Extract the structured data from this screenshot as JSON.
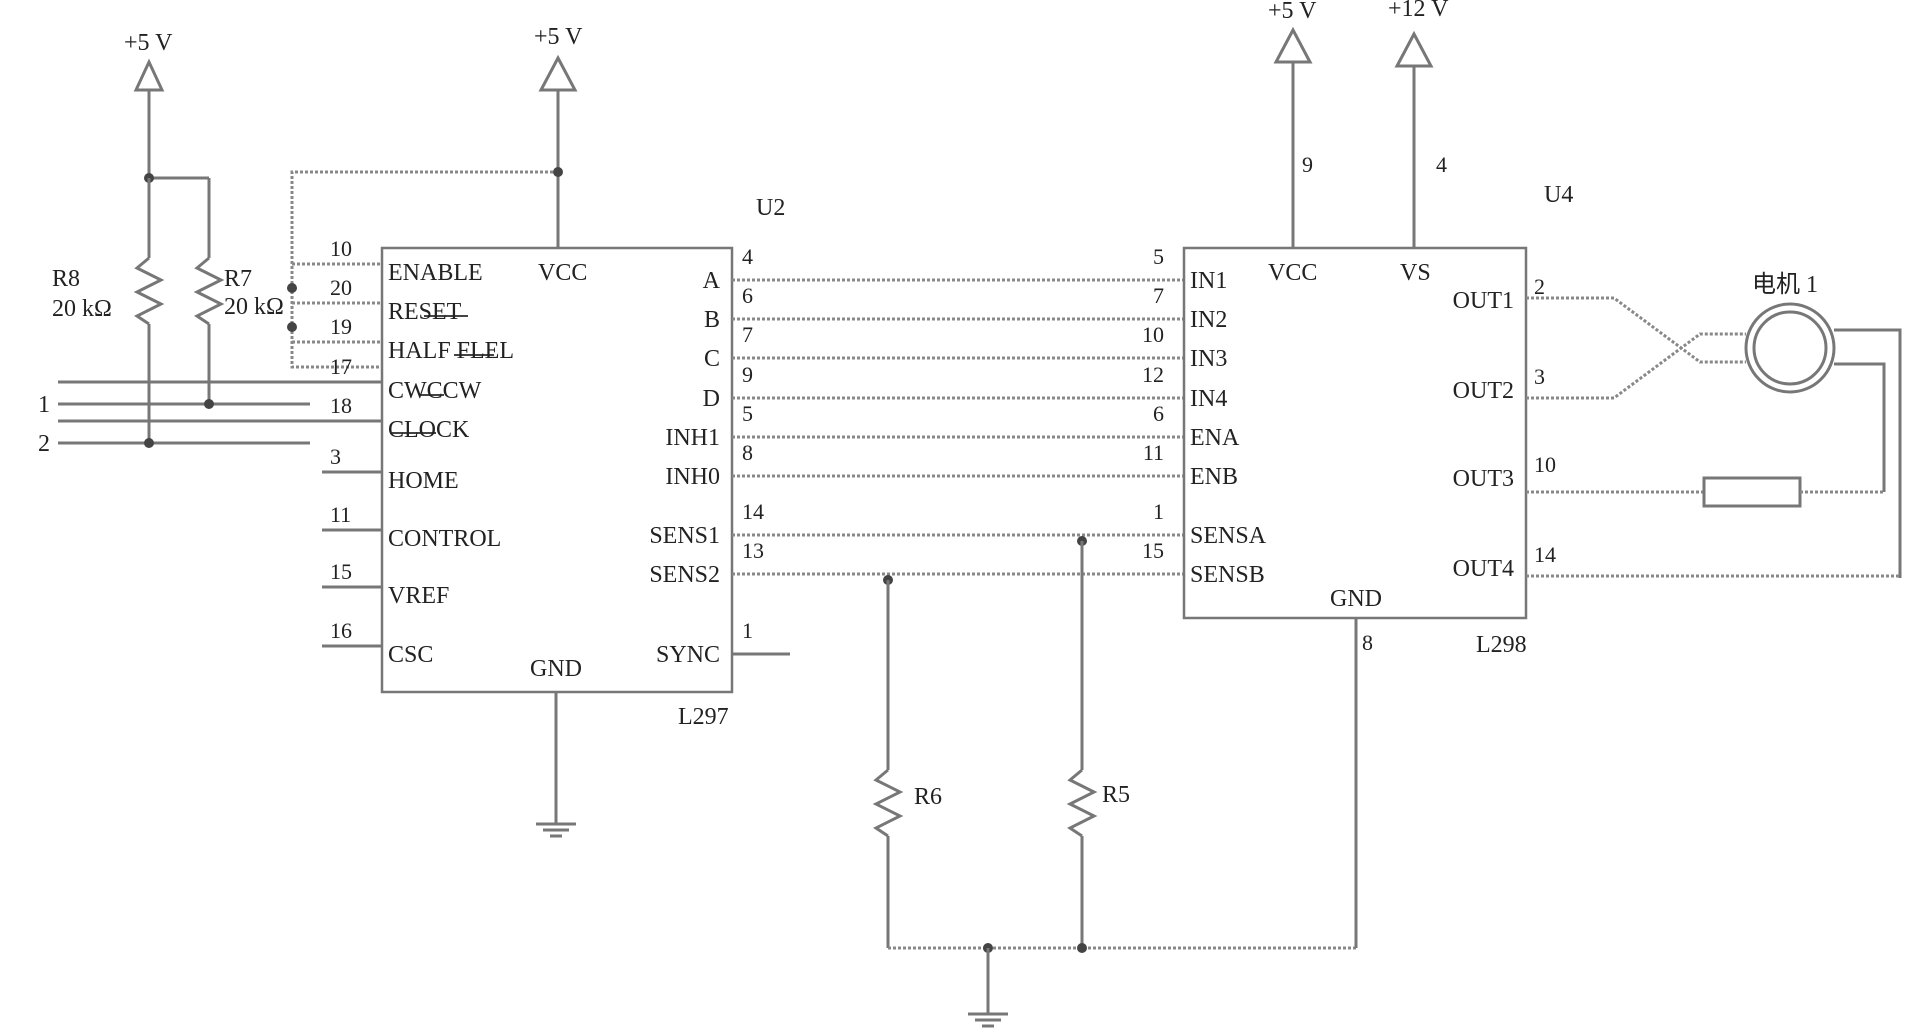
{
  "power": {
    "p5v_a": "+5 V",
    "p5v_b": "+5 V",
    "p5v_c": "+5 V",
    "p12v": "+12 V"
  },
  "resistors": {
    "r8": {
      "name": "R8",
      "value": "20 kΩ"
    },
    "r7": {
      "name": "R7",
      "value": "20 kΩ"
    },
    "r6": {
      "name": "R6"
    },
    "r5": {
      "name": "R5"
    }
  },
  "inputs": {
    "in1": "1",
    "in2": "2"
  },
  "u2": {
    "ref": "U2",
    "part": "L297",
    "vcc": "VCC",
    "gnd": "GND",
    "left_pins": [
      {
        "num": "10",
        "name": "ENABLE"
      },
      {
        "num": "20",
        "name": "RESET"
      },
      {
        "num": "19",
        "name": "HALF FLEL"
      },
      {
        "num": "17",
        "name": "CWCCW"
      },
      {
        "num": "18",
        "name": "CLOCK"
      },
      {
        "num": "3",
        "name": "HOME"
      },
      {
        "num": "11",
        "name": "CONTROL"
      },
      {
        "num": "15",
        "name": "VREF"
      },
      {
        "num": "16",
        "name": "CSC"
      }
    ],
    "right_pins": [
      {
        "num": "4",
        "name": "A"
      },
      {
        "num": "6",
        "name": "B"
      },
      {
        "num": "7",
        "name": "C"
      },
      {
        "num": "9",
        "name": "D"
      },
      {
        "num": "5",
        "name": "INH1"
      },
      {
        "num": "8",
        "name": "INH0"
      },
      {
        "num": "14",
        "name": "SENS1"
      },
      {
        "num": "13",
        "name": "SENS2"
      },
      {
        "num": "1",
        "name": "SYNC"
      }
    ]
  },
  "u4": {
    "ref": "U4",
    "part": "L298",
    "vcc": "VCC",
    "vs": "VS",
    "gnd": "GND",
    "vcc_pin": "9",
    "vs_pin": "4",
    "gnd_pin": "8",
    "left_pins": [
      {
        "num": "5",
        "name": "IN1"
      },
      {
        "num": "7",
        "name": "IN2"
      },
      {
        "num": "10",
        "name": "IN3"
      },
      {
        "num": "12",
        "name": "IN4"
      },
      {
        "num": "6",
        "name": "ENA"
      },
      {
        "num": "11",
        "name": "ENB"
      },
      {
        "num": "1",
        "name": "SENSA"
      },
      {
        "num": "15",
        "name": "SENSB"
      }
    ],
    "right_pins": [
      {
        "num": "2",
        "name": "OUT1"
      },
      {
        "num": "3",
        "name": "OUT2"
      },
      {
        "num": "10",
        "name": "OUT3"
      },
      {
        "num": "14",
        "name": "OUT4"
      }
    ]
  },
  "motor": {
    "label": "电机 1"
  }
}
